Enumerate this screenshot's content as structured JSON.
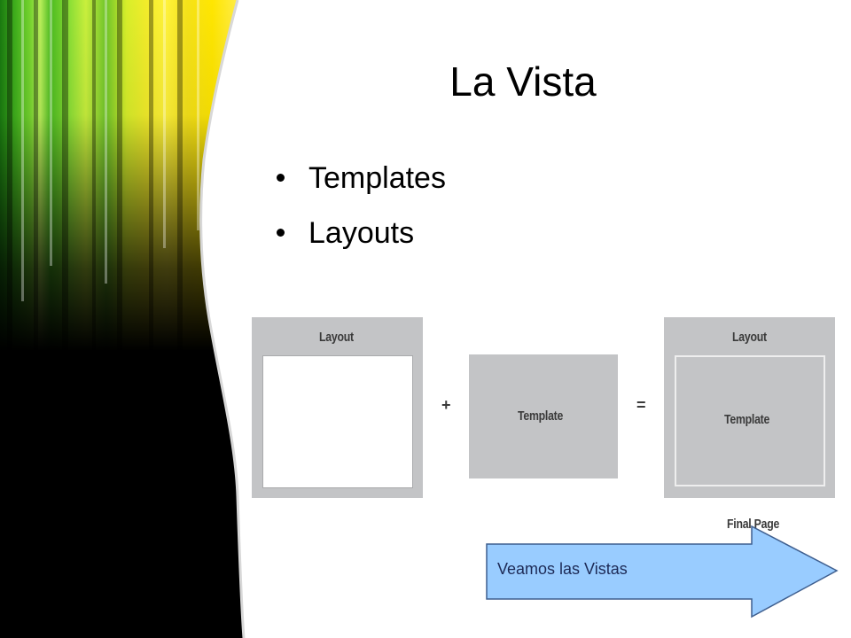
{
  "slide": {
    "title": "La Vista",
    "bullets": [
      "Templates",
      "Layouts"
    ]
  },
  "diagram": {
    "left_box_label": "Layout",
    "plus_sign": "+",
    "middle_box_label": "Template",
    "equals_sign": "=",
    "right_box_label": "Layout",
    "right_inner_label": "Template",
    "caption": "Final Page"
  },
  "action": {
    "label": "Veamos las Vistas"
  },
  "colors": {
    "diagram_gray": "#c3c4c6",
    "arrow_fill": "#99ccff",
    "arrow_stroke": "#3f5f8f"
  }
}
